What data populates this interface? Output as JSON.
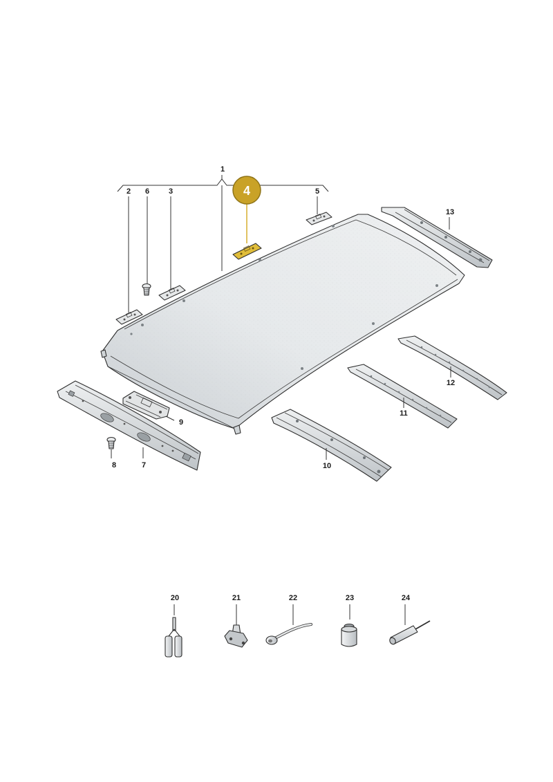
{
  "colors": {
    "highlight_badge": "#c9a227",
    "highlight_badge_border": "#8f7418",
    "highlight_part": "#e0bd3a",
    "leader_highlight": "#d8b33a",
    "part_fill": "#e3e5e6",
    "roof_fill": "#dfe3e6"
  },
  "labels": {
    "p1": "1",
    "p2": "2",
    "p3": "3",
    "p4": "4",
    "p5": "5",
    "p6": "6",
    "p7": "7",
    "p8": "8",
    "p9": "9",
    "p10": "10",
    "p11": "11",
    "p12": "12",
    "p13": "13",
    "p20": "20",
    "p21": "21",
    "p22": "22",
    "p23": "23",
    "p24": "24"
  },
  "highlighted_part": "4"
}
